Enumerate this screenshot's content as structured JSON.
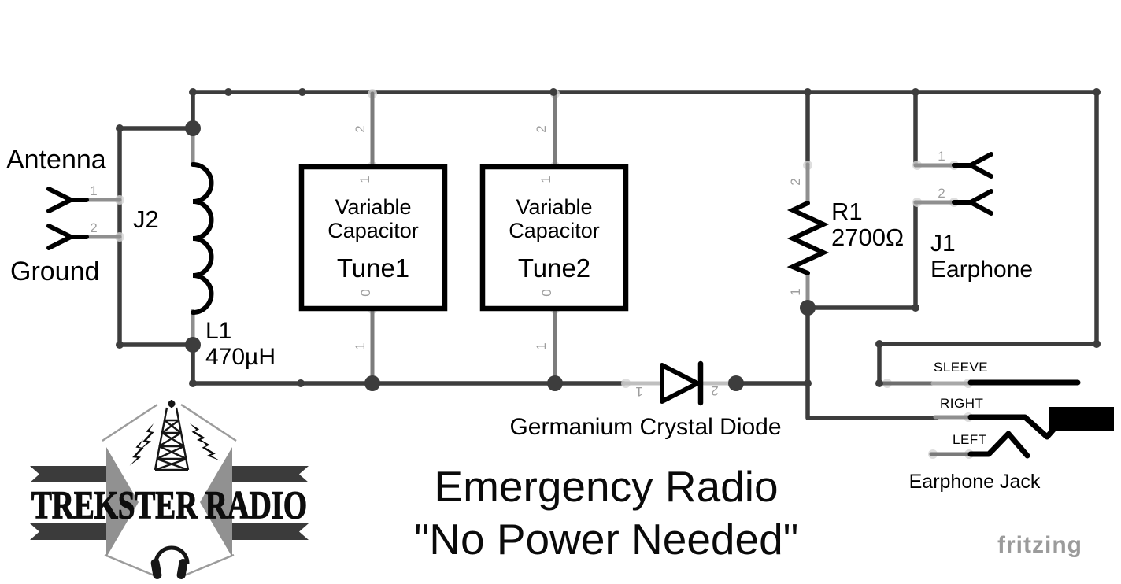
{
  "colors": {
    "wire": "#3d3d3d",
    "lead": "#8f8f8f",
    "pin_label": "#9e9e9e",
    "component": "#000000",
    "logo_band": "#3b3b3b",
    "logo_triangle": "#919191",
    "watermark": "#9b9b9b"
  },
  "left_section": {
    "antenna": "Antenna",
    "ground": "Ground",
    "connector_name": "J2",
    "pin1": "1",
    "pin2": "2"
  },
  "inductor": {
    "name": "L1",
    "value": "470µH"
  },
  "capacitors": [
    {
      "line1": "Variable",
      "line2": "Capacitor",
      "name": "Tune1",
      "pin_wire_top": "2",
      "pin_top": "1",
      "pin_bottom": "0",
      "pin_wire_bottom": "1"
    },
    {
      "line1": "Variable",
      "line2": "Capacitor",
      "name": "Tune2",
      "pin_wire_top": "2",
      "pin_top": "1",
      "pin_bottom": "0",
      "pin_wire_bottom": "1"
    }
  ],
  "diode": {
    "label": "Germanium Crystal Diode",
    "pin1": "1",
    "pin2": "2"
  },
  "resistor": {
    "name": "R1",
    "value": "2700Ω",
    "pin_top": "2",
    "pin_bottom": "1"
  },
  "earphone": {
    "name": "J1",
    "label": "Earphone",
    "pin1": "1",
    "pin2": "2"
  },
  "jack": {
    "sleeve": "SLEEVE",
    "right": "RIGHT",
    "left": "LEFT",
    "label": "Earphone Jack"
  },
  "title": {
    "line1": "Emergency Radio",
    "line2": "\"No Power Needed\""
  },
  "logo": {
    "text": "TREKSTER RADIO"
  },
  "watermark": "fritzing"
}
